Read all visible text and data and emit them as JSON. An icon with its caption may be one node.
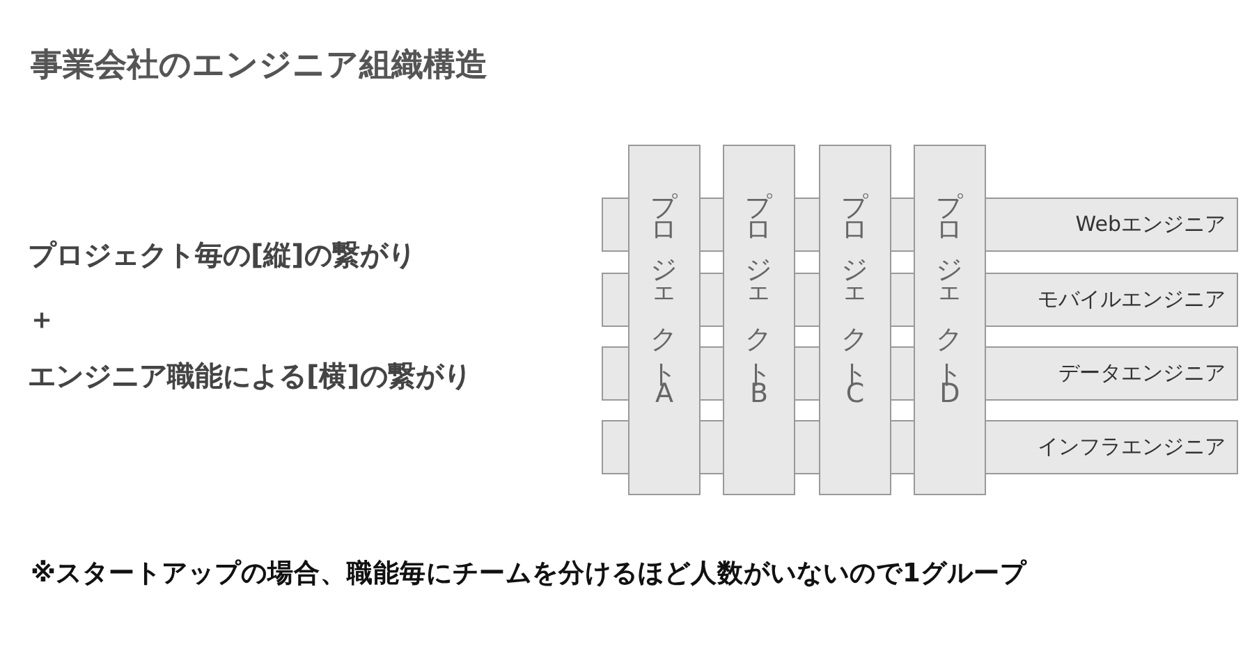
{
  "diagram": {
    "title": "事業会社のエンジニア組織構造",
    "nodes": [
      {
        "text": [
          "プロジェクトA"
        ]
      },
      {
        "text": [
          "プロジェクトB"
        ]
      },
      {
        "text": [
          "プロジェクトC"
        ]
      },
      {
        "text": [
          "プロジェクトD"
        ]
      },
      {
        "text": [
          "Webエンジニア"
        ]
      },
      {
        "text": [
          "モバイルエンジニア"
        ]
      },
      {
        "text": [
          "データエンジニア"
        ]
      },
      {
        "text": [
          "インフラエンジニア"
        ]
      }
    ],
    "labels": [
      "プロジェクト毎の[縦]の繋がり",
      "＋",
      "エンジニア職能による[横]の繋がり",
      "※スタートアップの場合、職能毎にチームを分けるほど人数がいないので1グループ"
    ]
  }
}
